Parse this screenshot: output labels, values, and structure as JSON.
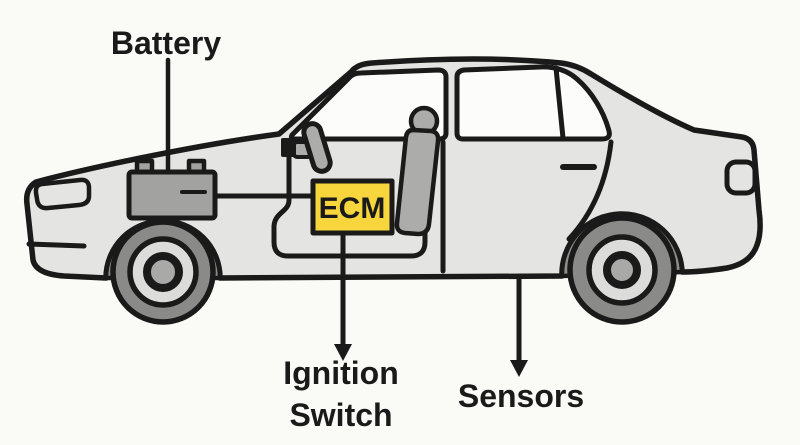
{
  "diagram": {
    "labels": {
      "battery": "Battery",
      "ecm": "ECM",
      "ignition_switch_line1": "Ignition",
      "ignition_switch_line2": "Switch",
      "sensors": "Sensors"
    },
    "colors": {
      "background": "#FAFAF7",
      "outline": "#1A1A1A",
      "car_body": "#E4E4E2",
      "window_glass": "#FCFCFA",
      "ecm_yellow": "#F6D53D",
      "battery_gray": "#A2A2A0",
      "tire_gray": "#8A8A88",
      "rim_gray": "#DCDCDA",
      "hub_gray": "#A9A9A7",
      "seat_gray": "#ACACAA",
      "wheel_well_gray": "#8E8E8C"
    }
  }
}
